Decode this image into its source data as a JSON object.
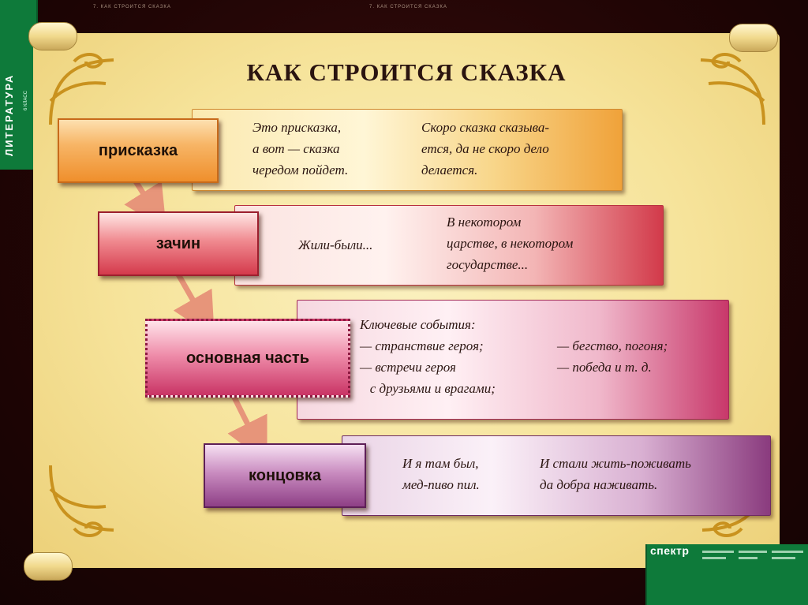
{
  "side": {
    "title": "ЛИТЕРАТУРА",
    "grade": "6 КЛАСС"
  },
  "top_caption_left": "7. КАК СТРОИТСЯ СКАЗКА",
  "top_caption_center": "7. КАК СТРОИТСЯ СКАЗКА",
  "title": "КАК СТРОИТСЯ СКАЗКА",
  "rows": [
    {
      "label": "присказка",
      "left": "Это присказка,\nа вот — сказка\nчередом пойдет.",
      "right": "Скоро сказка сказыва-\nется, да не скоро дело\nделается."
    },
    {
      "label": "зачин",
      "left": "Жили-были...",
      "right": "В некотором\nцарстве, в некотором\nгосударстве..."
    },
    {
      "label": "основная часть",
      "left": "Ключевые события:\n— странствие героя;\n— встречи героя\n   с друзьями и врагами;",
      "right": "— бегство, погоня;\n— победа и т. д."
    },
    {
      "label": "концовка",
      "left": "И я там был,\nмед-пиво пил.",
      "right": "И стали жить-поживать\nда добра наживать."
    }
  ],
  "logo": {
    "name": "спектр"
  },
  "colors": {
    "row1": "#ef8f2c",
    "row2": "#d43a4c",
    "row3": "#c93465",
    "row4": "#8e3f86",
    "parchment": "#f6e39a",
    "strip": "#0e7a3a",
    "arrow": "#e08a70"
  }
}
